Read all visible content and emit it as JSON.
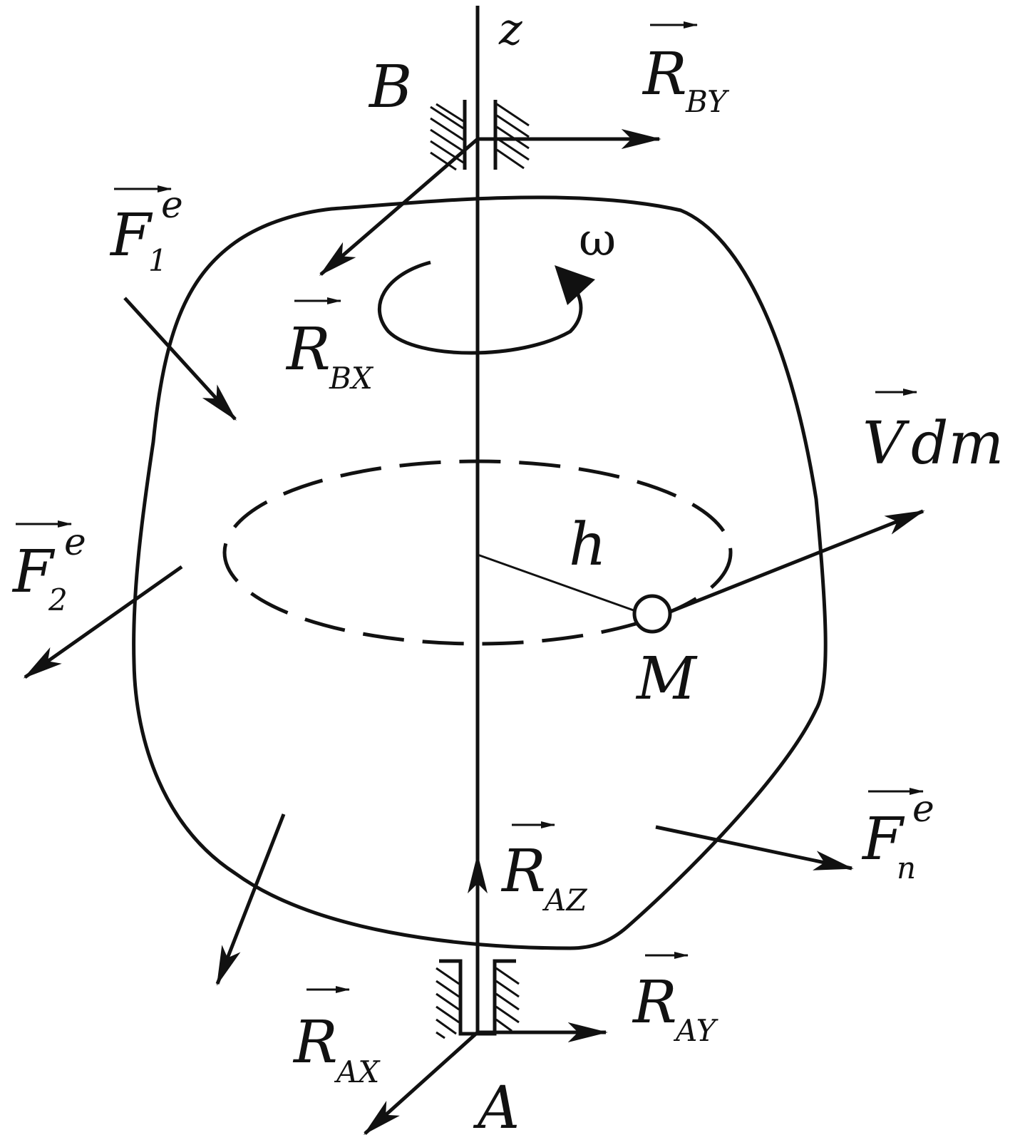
{
  "labels": {
    "z": "z",
    "B": "B",
    "A": "A",
    "M": "M",
    "h": "h",
    "omega": "ω",
    "R_BY": {
      "main": "R",
      "sub": "BY"
    },
    "R_BX": {
      "main": "R",
      "sub": "BX"
    },
    "R_AZ": {
      "main": "R",
      "sub": "AZ"
    },
    "R_AY": {
      "main": "R",
      "sub": "AY"
    },
    "R_AX": {
      "main": "R",
      "sub": "AX"
    },
    "F1": {
      "main": "F",
      "sub": "1",
      "sup": "e"
    },
    "F2": {
      "main": "F",
      "sub": "2",
      "sup": "e"
    },
    "Fn": {
      "main": "F",
      "sub": "n",
      "sup": "e"
    },
    "V": {
      "main": "V",
      "suffix": "dm"
    }
  },
  "colors": {
    "ink": "#111111",
    "background": "#ffffff"
  }
}
